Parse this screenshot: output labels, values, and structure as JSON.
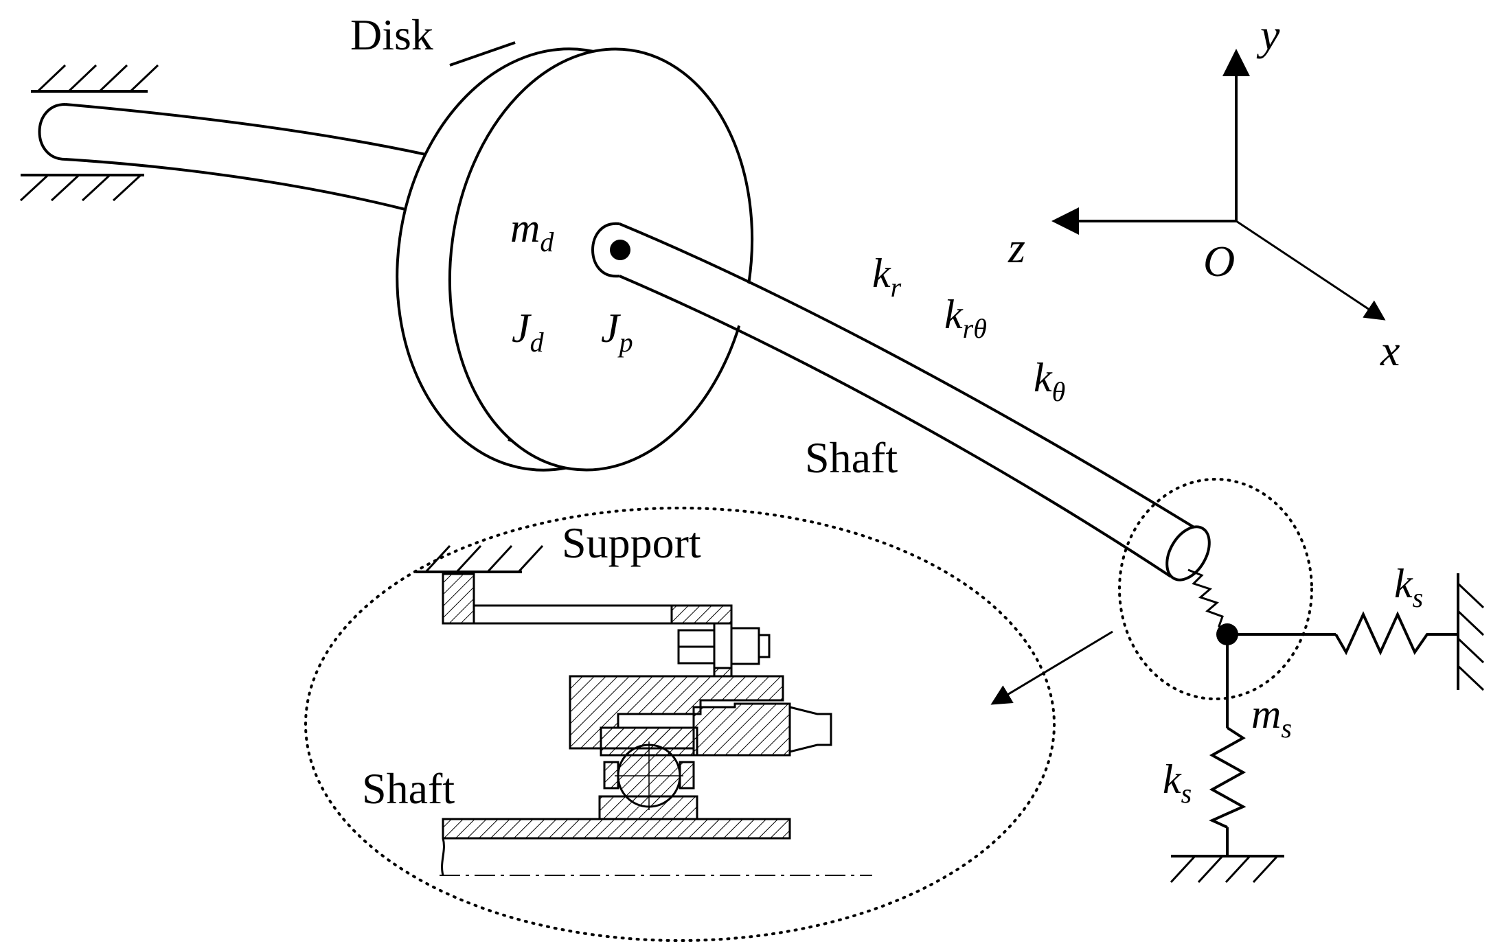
{
  "labels": {
    "disk": "Disk",
    "shaft_upper": "Shaft",
    "support": "Support",
    "shaft_detail": "Shaft",
    "md": {
      "main": "m",
      "sub": "d"
    },
    "Jd": {
      "main": "J",
      "sub": "d"
    },
    "Jp": {
      "main": "J",
      "sub": "p"
    },
    "kr": {
      "main": "k",
      "sub": "r"
    },
    "krtheta": {
      "main": "k",
      "sub": "rθ"
    },
    "ktheta": {
      "main": "k",
      "sub": "θ"
    },
    "ks_horizontal": {
      "main": "k",
      "sub": "s"
    },
    "ks_vertical": {
      "main": "k",
      "sub": "s"
    },
    "ms": {
      "main": "m",
      "sub": "s"
    }
  },
  "axes": {
    "x": "x",
    "y": "y",
    "z": "z",
    "origin": "O"
  }
}
